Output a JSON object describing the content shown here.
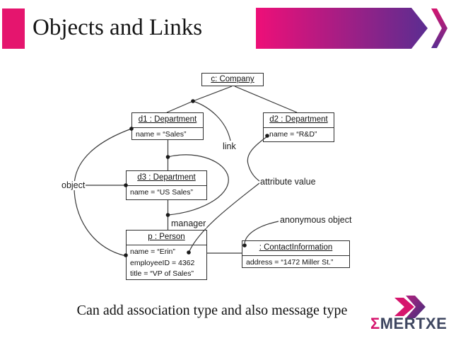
{
  "header": {
    "title": "Objects and Links"
  },
  "diagram": {
    "company": {
      "title": "c: Company"
    },
    "d1": {
      "title": "d1 : Department",
      "attrs": [
        "name = “Sales”"
      ]
    },
    "d2": {
      "title": "d2 : Department",
      "attrs": [
        "name = “R&D”"
      ]
    },
    "d3": {
      "title": "d3 : Department",
      "attrs": [
        "name = “US Sales”"
      ]
    },
    "person": {
      "title": "p : Person",
      "attrs": [
        "name = “Erin”",
        "employeeID = 4362",
        "title = “VP of Sales”"
      ]
    },
    "contact": {
      "title": ": ContactInformation",
      "attrs": [
        "address = “1472 Miller St.”"
      ]
    },
    "labels": {
      "link": "link",
      "object": "object",
      "manager": "manager",
      "attribute_value": "attribute value",
      "anonymous_object": "anonymous object"
    }
  },
  "caption": "Can add association type and also message type",
  "logo": {
    "sigma": "Σ",
    "name": "MERTXE"
  },
  "colors": {
    "accent_pink": "#E5156E",
    "accent_purple": "#5A2D91",
    "logo_pink": "#D6156D",
    "logo_navy": "#3E4660",
    "diagram_line": "#3a3a3a"
  }
}
